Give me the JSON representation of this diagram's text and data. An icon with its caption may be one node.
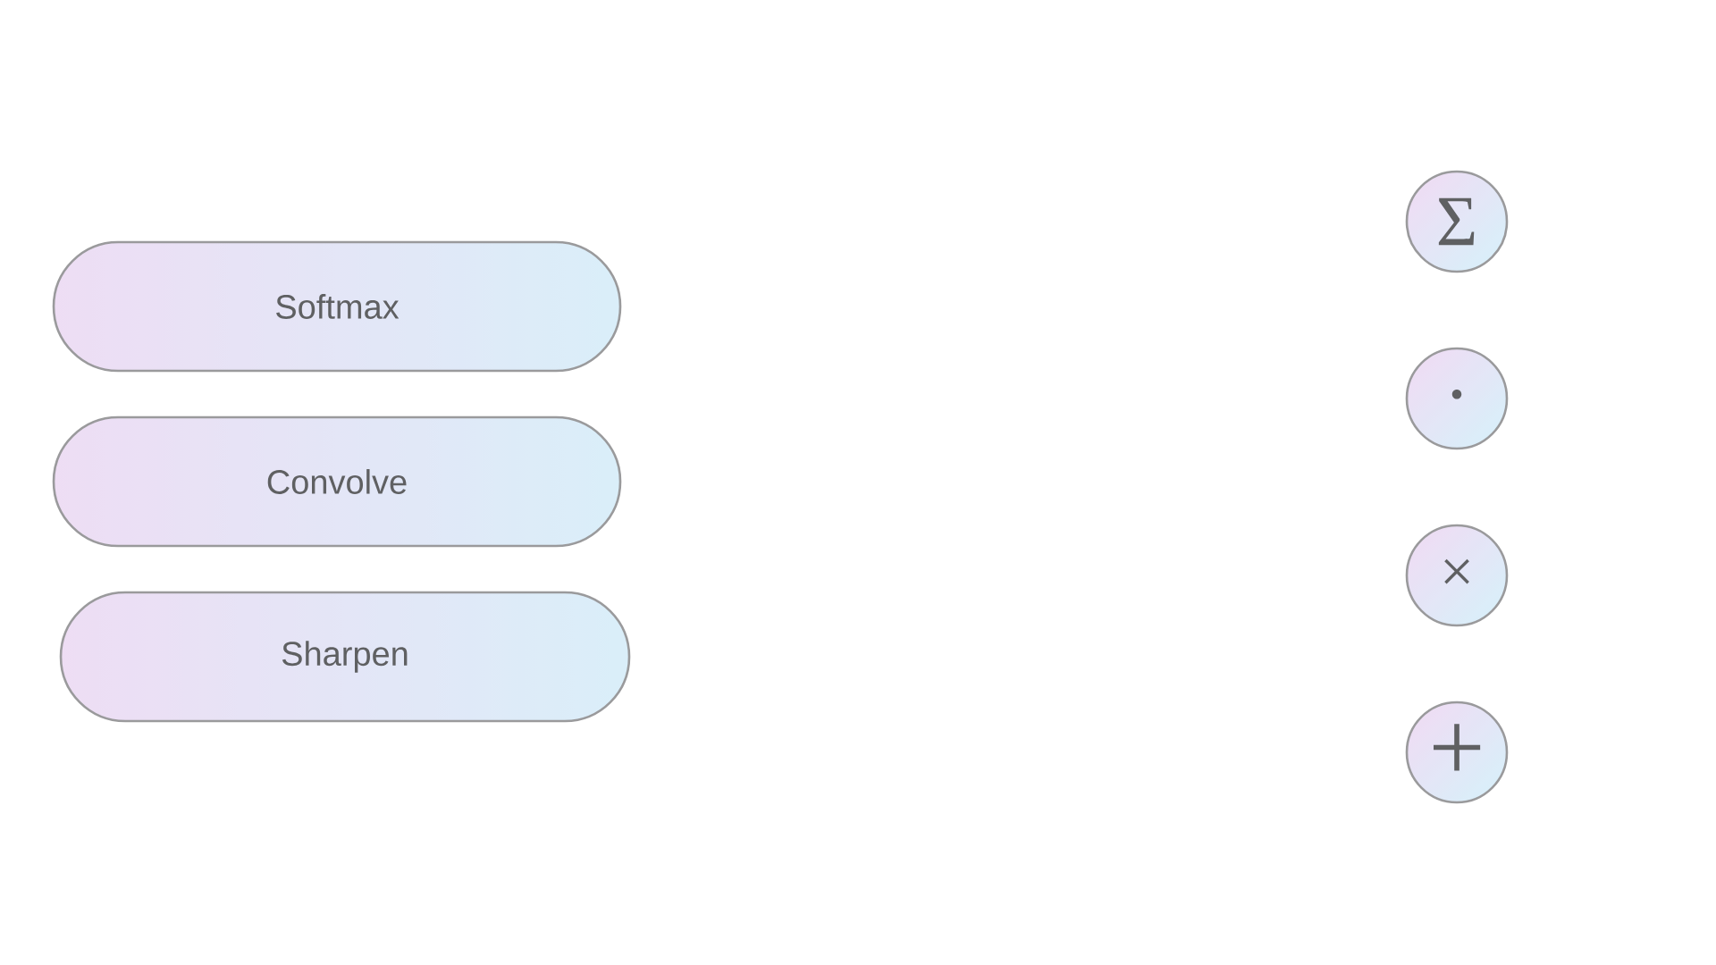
{
  "diagram": {
    "nodes": [
      {
        "text": [
          "Softmax"
        ]
      },
      {
        "text": [
          "Convolve"
        ]
      },
      {
        "text": [
          "Sharpen"
        ]
      },
      {
        "text": [
          "Σ"
        ]
      },
      {
        "text": [
          "•"
        ]
      },
      {
        "text": [
          "×"
        ]
      },
      {
        "text": [
          "+"
        ]
      }
    ]
  }
}
